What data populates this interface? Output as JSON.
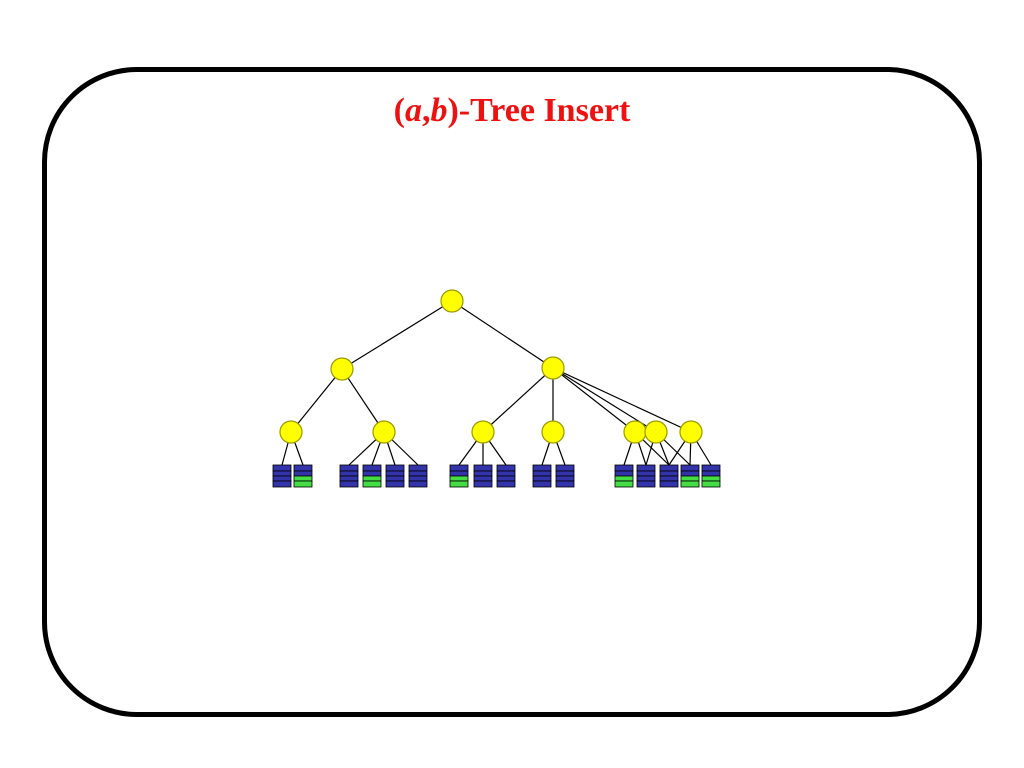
{
  "title": {
    "open_paren": "(",
    "var_a": "a",
    "comma": ",",
    "var_b": "b",
    "rest": ")-Tree Insert"
  },
  "colors": {
    "title": "#ee1111",
    "node_fill": "#ffff00",
    "node_stroke": "#999900",
    "key_blue": "#3333aa",
    "key_green": "#44dd44",
    "edge": "#000000",
    "frame": "#000000"
  },
  "tree": {
    "root": {
      "children": [
        "left-child",
        "right-child"
      ]
    },
    "level1": [
      {
        "id": "left-child",
        "children": 2
      },
      {
        "id": "right-child",
        "children": 5
      }
    ],
    "level2_leaf_blocks": [
      2,
      4,
      3,
      2,
      1,
      2,
      3
    ],
    "node_shape": "circle",
    "leaf_block_shape": "stacked-key-rectangles"
  }
}
